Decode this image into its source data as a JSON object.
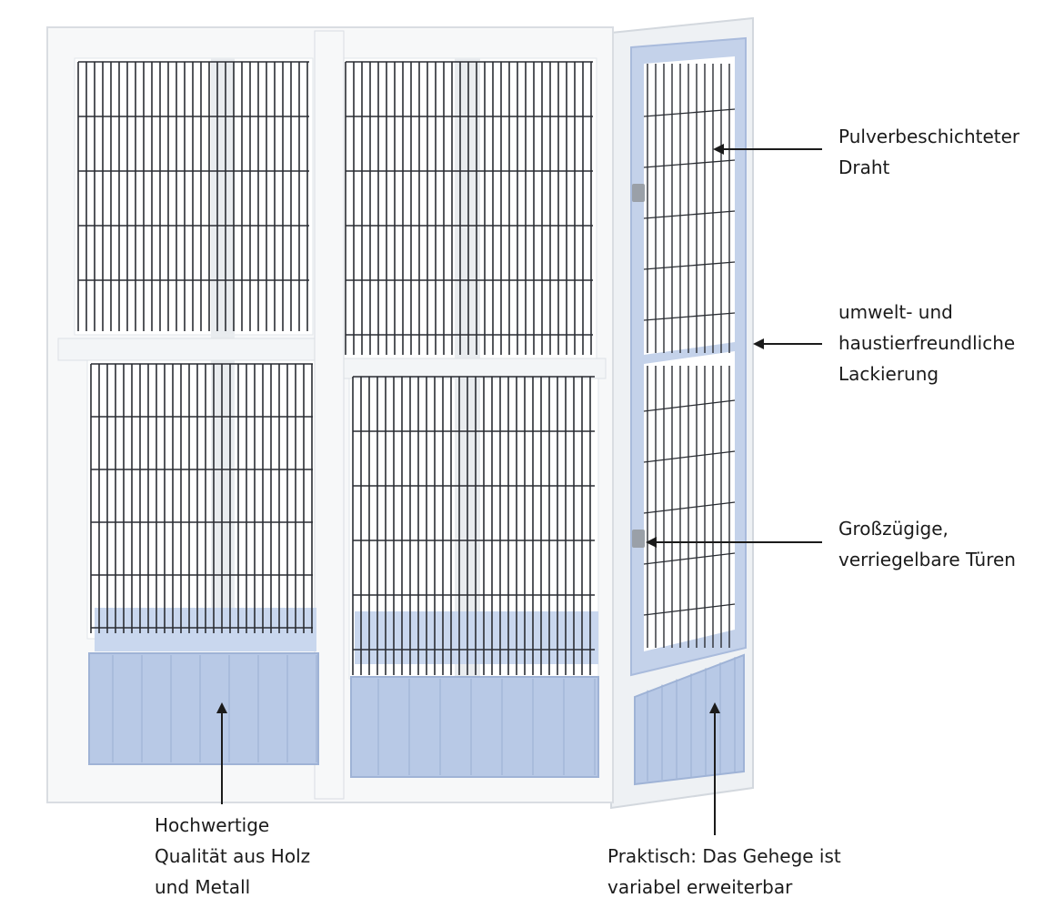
{
  "callouts": {
    "wire": {
      "lines": [
        "Pulverbeschichteter",
        "Draht"
      ]
    },
    "paint": {
      "lines": [
        "umwelt- und",
        "haustierfreundliche",
        "Lackierung"
      ]
    },
    "doors": {
      "lines": [
        "Großzügige,",
        "verriegelbare Türen"
      ]
    },
    "quality": {
      "lines": [
        "Hochwertige",
        "Qualität aus Holz",
        "und Metall"
      ]
    },
    "modular": {
      "lines": [
        "Praktisch: Das Gehege ist",
        "variabel erweiterbar"
      ]
    }
  },
  "colors": {
    "frame": "#f7f8f9",
    "frame_edge": "#d9dde2",
    "panel_blue": "#b8c9e6",
    "panel_blue_dark": "#9fb3d6",
    "wire": "#2a2d33",
    "arrow": "#1b1b1b"
  }
}
